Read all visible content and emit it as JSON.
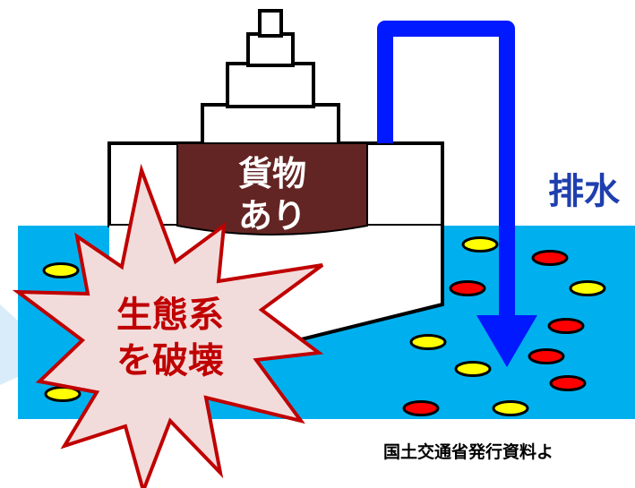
{
  "cargo_label": [
    "貨物",
    "あり"
  ],
  "discharge_label": "排水",
  "burst_label": [
    "生態系",
    "を破壊"
  ],
  "source_note": "国土交通省発行資料よ",
  "colors": {
    "water": "#00B0EE",
    "hull": "#ffffff",
    "cargo": "#632523",
    "arrow": "#0019FF",
    "burst_fill": "#F2DCDB",
    "burst_stroke": "#C00000",
    "burst_text": "#C00000",
    "discharge_text": "#1F3FAF",
    "organism_red": "#FF0000",
    "organism_yellow": "#FFFF00"
  },
  "organisms": [
    {
      "color": "yellow"
    },
    {
      "color": "yellow"
    },
    {
      "color": "red"
    },
    {
      "color": "red"
    },
    {
      "color": "yellow"
    },
    {
      "color": "red"
    },
    {
      "color": "yellow"
    },
    {
      "color": "yellow"
    },
    {
      "color": "red"
    },
    {
      "color": "red"
    },
    {
      "color": "yellow"
    },
    {
      "color": "red"
    },
    {
      "color": "yellow"
    },
    {
      "color": "red"
    },
    {
      "color": "yellow"
    }
  ]
}
